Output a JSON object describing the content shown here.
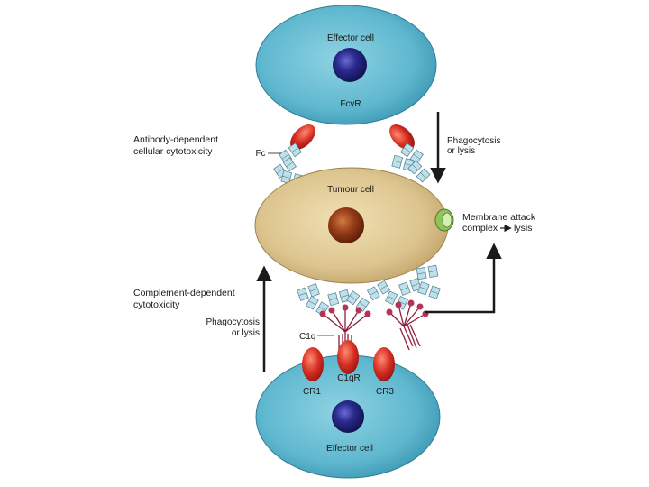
{
  "labels": {
    "effector_top": "Effector cell",
    "fcyr": "FcγR",
    "fc": "Fc",
    "adcc_line1": "Antibody-dependent",
    "adcc_line2": "cellular cytotoxicity",
    "phago_top_line1": "Phagocytosis",
    "phago_top_line2": "or lysis",
    "tumour": "Tumour cell",
    "mac_line1": "Membrane attack",
    "mac_line2_text": "complex",
    "mac_line2_result": "lysis",
    "cdc_line1": "Complement-dependent",
    "cdc_line2": "cytotoxicity",
    "phago_bottom_line1": "Phagocytosis",
    "phago_bottom_line2": "or lysis",
    "c1q": "C1q",
    "c1qr": "C1qR",
    "cr1": "CR1",
    "cr3": "CR3",
    "effector_bottom": "Effector cell"
  },
  "colors": {
    "effector_fill": "#5fb8cf",
    "effector_nucleus": "#23237a",
    "tumour_fill": "#dcc48e",
    "tumour_nucleus": "#8a3414",
    "receptor_red": "#d62f24",
    "antibody_blue": "#bfe0ea",
    "c1q_maroon": "#8e1f3a",
    "mac_green": "#8fc45a",
    "arrow": "#1a1a1a"
  }
}
